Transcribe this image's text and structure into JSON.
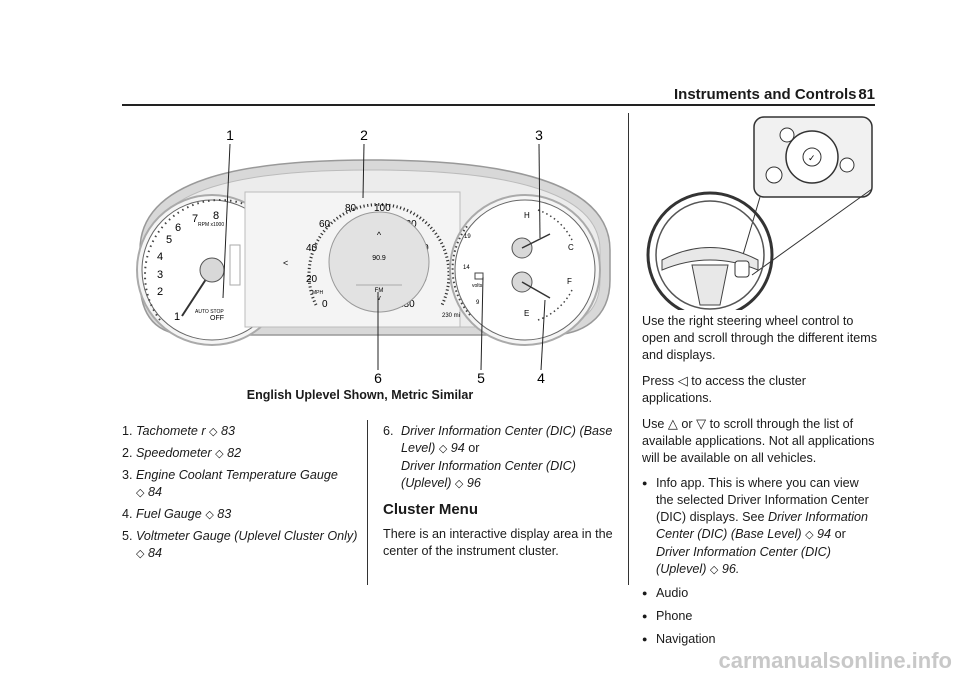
{
  "header": {
    "section_title": "Instruments and Controls",
    "page_number": "81"
  },
  "figure": {
    "callouts_top": [
      "1",
      "2",
      "3"
    ],
    "callouts_bottom": [
      "6",
      "5",
      "4"
    ],
    "caption": "English Uplevel Shown, Metric Similar",
    "tach_ticks": [
      "1",
      "2",
      "3",
      "4",
      "5",
      "6",
      "7",
      "8"
    ],
    "tach_units": "RPM x1000",
    "tach_auto_stop": "AUTO STOP",
    "tach_off": "OFF",
    "speedo_ticks": [
      "0",
      "20",
      "40",
      "60",
      "80",
      "100",
      "120",
      "140",
      "160",
      "180"
    ],
    "speedo_unit": "MPH",
    "center_display_freq": "90.9",
    "center_display_band": "FM",
    "volt_ticks": [
      "9",
      "14",
      "19"
    ],
    "volt_label": "volts",
    "temp_labels": [
      "H",
      "C"
    ],
    "fuel_labels": [
      "F",
      "E"
    ],
    "odometer": "230 mi"
  },
  "list_items": [
    {
      "num": "1.",
      "title": "Tachomete r",
      "ref": "83"
    },
    {
      "num": "2.",
      "title": "Speedometer",
      "ref": "82"
    },
    {
      "num": "3.",
      "title": "Engine Coolant Temperature Gauge",
      "ref": "84"
    },
    {
      "num": "4.",
      "title": "Fuel Gauge",
      "ref": "83"
    },
    {
      "num": "5.",
      "title": "Voltmeter Gauge (Uplevel Cluster Only)",
      "ref": "84"
    }
  ],
  "item6": {
    "num": "6.",
    "title_a": "Driver Information Center (DIC) (Base Level)",
    "ref_a": "94",
    "or": "or",
    "title_b": "Driver Information Center (DIC) (Uplevel)",
    "ref_b": "96"
  },
  "cluster_menu": {
    "heading": "Cluster Menu",
    "body": "There is an interactive display area in the center of the instrument cluster."
  },
  "right_col": {
    "p1": "Use the right steering wheel control to open and scroll through the different items and displays.",
    "p2_a": "Press",
    "p2_b": "to access the cluster applications.",
    "p3_a": "Use",
    "p3_or": "or",
    "p3_b": "to scroll through the list of available applications. Not all applications will be available on all vehicles.",
    "bullet1_a": "Info app. This is where you can view the selected Driver Information Center (DIC) displays. See",
    "bullet1_ref1_title": "Driver Information Center (DIC) (Base Level)",
    "bullet1_ref1": "94",
    "bullet1_or": "or",
    "bullet1_ref2_title": "Driver Information Center (DIC) (Uplevel)",
    "bullet1_ref2": "96.",
    "bullets": [
      "Audio",
      "Phone",
      "Navigation"
    ]
  },
  "footer": "carmanualsonline.info"
}
